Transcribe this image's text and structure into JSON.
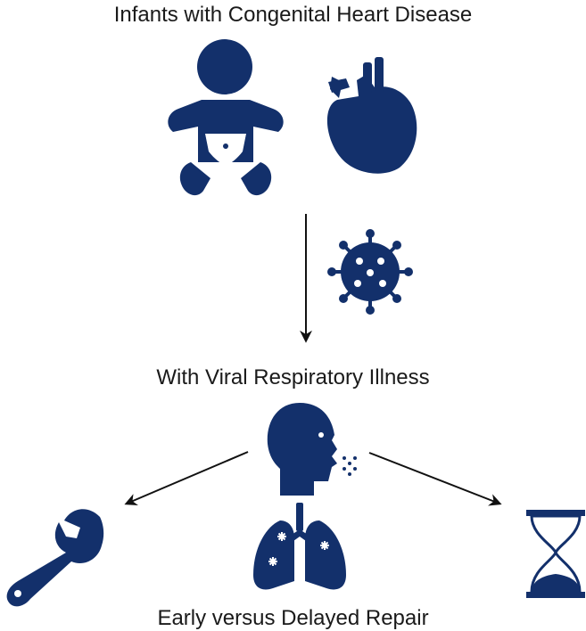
{
  "labels": {
    "title": "Infants with Congenital Heart Disease",
    "middle": "With Viral Respiratory Illness",
    "bottom": "Early versus Delayed Repair"
  },
  "icons": {
    "infant": "baby-icon",
    "heart": "heart-icon",
    "virus": "virus-icon",
    "patient": "coughing-head-icon",
    "lungs": "infected-lungs-icon",
    "repair": "wrench-icon",
    "delay": "hourglass-icon"
  },
  "colors": {
    "icon": "#13306b",
    "arrow": "#111111",
    "text": "#1a1a1a"
  }
}
